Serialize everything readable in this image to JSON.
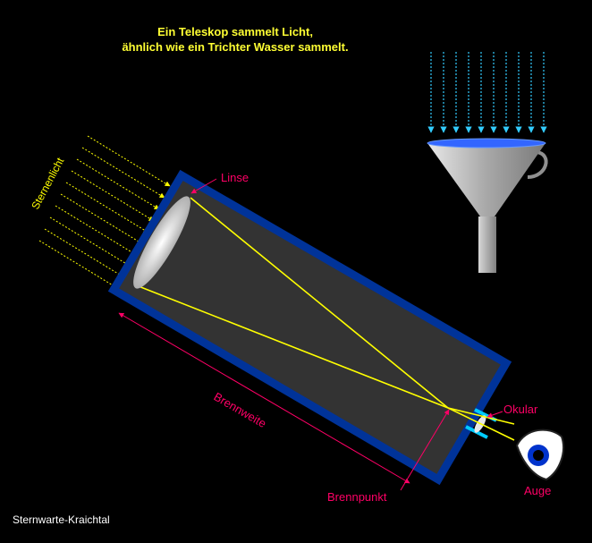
{
  "title": {
    "line1": "Ein Teleskop sammelt Licht,",
    "line2": "ähnlich wie ein Trichter Wasser sammelt."
  },
  "labels": {
    "starlight": "Sternenlicht",
    "lens": "Linse",
    "focal_length": "Brennweite",
    "focal_point": "Brennpunkt",
    "eyepiece": "Okular",
    "eye": "Auge"
  },
  "footer": {
    "credit": "Sternwarte-Kraichtal"
  },
  "colors": {
    "background": "#000000",
    "title_text": "#ffff33",
    "starlight_rays": "#ffff00",
    "tube_border": "#003399",
    "tube_inside": "#333333",
    "light_path": "#ffff00",
    "label_text": "#ff0066",
    "eyepiece": "#00ccff",
    "water_drops": "#33ccff",
    "funnel": "#c0c0c0",
    "eye_iris": "#0033cc"
  }
}
